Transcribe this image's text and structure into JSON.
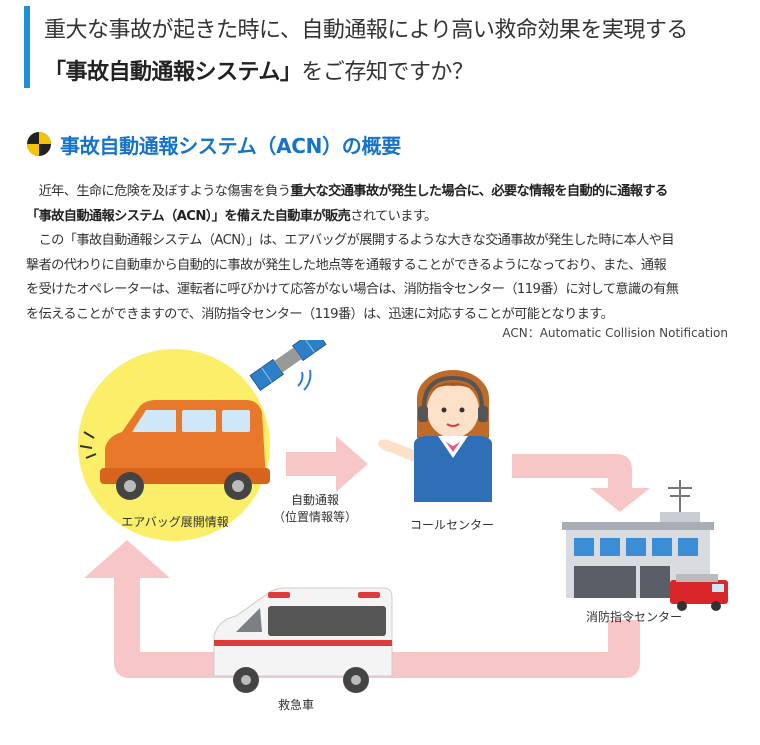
{
  "header": {
    "line1": "重大な事故が起きた時に、自動通報により高い救命効果を実現する",
    "line2_bold": "「事故自動通報システム」",
    "line2_rest": "をご存知ですか？"
  },
  "section": {
    "title": "事故自動通報システム（ACN）の概要"
  },
  "paragraph1": {
    "l1_a": "　近年、生命に危険を及ぼすような傷害を負う",
    "l1_b": "重大な交通事故が発生した場合に、必要な情報を自動的に通報する",
    "l2_a": "「事故自動通報システム（ACN）」を備えた自動車が販売",
    "l2_b": "されています。"
  },
  "paragraph2": {
    "l1": "　この「事故自動通報システム（ACN）」は、エアバッグが展開するような大きな交通事故が発生した時に本人や目",
    "l2": "撃者の代わりに自動車から自動的に事故が発生した地点等を通報することができるようになっており、また、通報",
    "l3": "を受けたオペレーターは、運転者に呼びかけて応答がない場合は、消防指令センター（119番）に対して意識の有無",
    "l4": "を伝えることができますので、消防指令センター（119番）は、迅速に対応することが可能となります。"
  },
  "acn_note": "ACN：Automatic Collision Notification",
  "diagram": {
    "airbag_label": "エアバッグ展開情報",
    "auto_report_line1": "自動通報",
    "auto_report_line2": "（位置情報等）",
    "call_center_label": "コールセンター",
    "fire_center_label": "消防指令センター",
    "ambulance_label": "救急車"
  },
  "colors": {
    "accent_blue": "#1673c9",
    "header_bar": "#1e8fd8",
    "arrow_pink": "#f6bcbc",
    "car_orange": "#e8782a",
    "circle_yellow": "#fbef6a"
  }
}
